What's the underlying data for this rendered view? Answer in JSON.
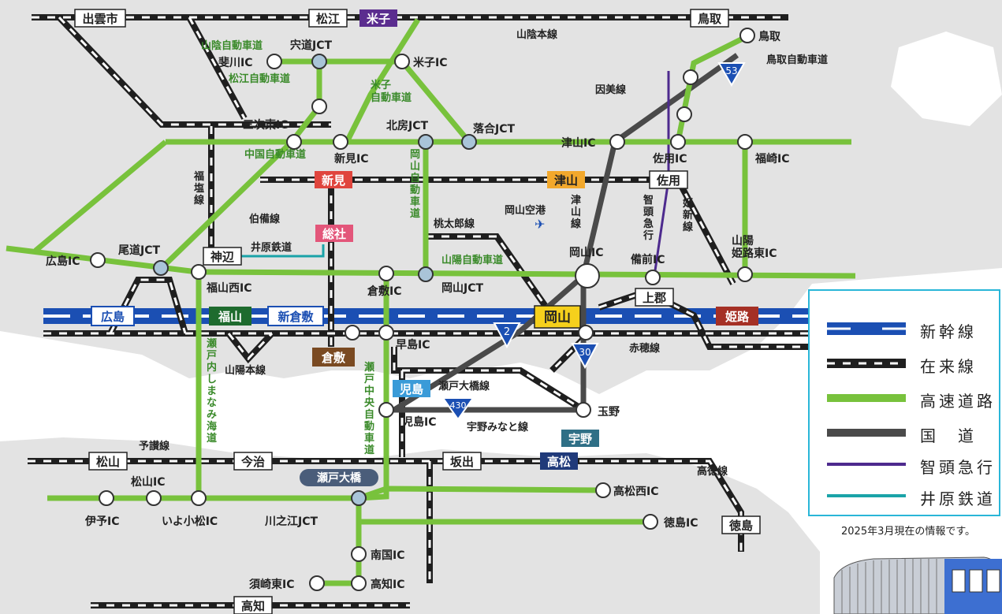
{
  "colors": {
    "land": "#e3e3e3",
    "sea": "#ffffff",
    "shinkansen": "#1b4fb3",
    "rail": "#1f1f1f",
    "expressway": "#78c23c",
    "national_road": "#4a4a4a",
    "chizu": "#4d2a8e",
    "ibara": "#1aa3a8",
    "jct": "#a9c4d8"
  },
  "stations_boxed": [
    {
      "id": "izumoshi",
      "label": "出雲市"
    },
    {
      "id": "matsue",
      "label": "松江"
    },
    {
      "id": "tottori_st",
      "label": "鳥取"
    },
    {
      "id": "kamube",
      "label": "神辺"
    },
    {
      "id": "sakuyo",
      "label": "佐用"
    },
    {
      "id": "kamigori",
      "label": "上郡"
    },
    {
      "id": "matsuyama",
      "label": "松山"
    },
    {
      "id": "imabari",
      "label": "今治"
    },
    {
      "id": "sakaide",
      "label": "坂出"
    },
    {
      "id": "tokushima",
      "label": "徳島"
    },
    {
      "id": "kochi",
      "label": "高知"
    }
  ],
  "stations_colored": [
    {
      "id": "yonago",
      "label": "米子",
      "color": "#5b2d8f"
    },
    {
      "id": "niimi",
      "label": "新見",
      "color": "#e0453d"
    },
    {
      "id": "tsuyama",
      "label": "津山",
      "color": "#f2a82c"
    },
    {
      "id": "soja",
      "label": "総社",
      "color": "#e3567a"
    },
    {
      "id": "okayama",
      "label": "岡山",
      "color": "#f5d01c"
    },
    {
      "id": "himeji",
      "label": "姫路",
      "color": "#a53025"
    },
    {
      "id": "fukuyama",
      "label": "福山",
      "color": "#1e6b2e"
    },
    {
      "id": "kurashiki",
      "label": "倉敷",
      "color": "#7a4a22"
    },
    {
      "id": "kojima",
      "label": "児島",
      "color": "#3a9bd8"
    },
    {
      "id": "uno",
      "label": "宇野",
      "color": "#2f6f86"
    },
    {
      "id": "takamatsu",
      "label": "高松",
      "color": "#203a7a"
    }
  ],
  "stations_plain": [
    {
      "id": "hiroshima",
      "label": "広島"
    },
    {
      "id": "shinkurashiki",
      "label": "新倉敷"
    }
  ],
  "ic_labels": [
    {
      "id": "hikawa",
      "label": "斐川IC"
    },
    {
      "id": "shinji_jct",
      "label": "宍道JCT"
    },
    {
      "id": "yonago_ic",
      "label": "米子IC"
    },
    {
      "id": "tottori_ic",
      "label": "鳥取"
    },
    {
      "id": "miyoshi_higashi",
      "label": "三次東IC"
    },
    {
      "id": "niimi_ic",
      "label": "新見IC"
    },
    {
      "id": "hokubo_jct",
      "label": "北房JCT"
    },
    {
      "id": "ochiai_jct",
      "label": "落合JCT"
    },
    {
      "id": "tsuyama_ic",
      "label": "津山IC"
    },
    {
      "id": "sayo_ic",
      "label": "佐用IC"
    },
    {
      "id": "fukusaki_ic",
      "label": "福崎IC"
    },
    {
      "id": "hiroshima_ic",
      "label": "広島IC"
    },
    {
      "id": "onomichi_jct",
      "label": "尾道JCT"
    },
    {
      "id": "fukuyama_nishi",
      "label": "福山西IC"
    },
    {
      "id": "kurashiki_ic",
      "label": "倉敷IC"
    },
    {
      "id": "okayama_jct",
      "label": "岡山JCT"
    },
    {
      "id": "okayama_ic",
      "label": "岡山IC"
    },
    {
      "id": "bizen_ic",
      "label": "備前IC"
    },
    {
      "id": "sanyo_himeji",
      "label": "山陽\n姫路東IC"
    },
    {
      "id": "hayashima_ic",
      "label": "早島IC"
    },
    {
      "id": "kojima_ic",
      "label": "児島IC"
    },
    {
      "id": "tamano",
      "label": "玉野"
    },
    {
      "id": "iyo_ic",
      "label": "伊予IC"
    },
    {
      "id": "matsuyama_ic",
      "label": "松山IC"
    },
    {
      "id": "iyokomatsu",
      "label": "いよ小松IC"
    },
    {
      "id": "kawanoe_jct",
      "label": "川之江JCT"
    },
    {
      "id": "takamatsu_nishi",
      "label": "高松西IC"
    },
    {
      "id": "tokushima_ic",
      "label": "徳島IC"
    },
    {
      "id": "nangoku_ic",
      "label": "南国IC"
    },
    {
      "id": "susaki_higashi",
      "label": "須崎東IC"
    },
    {
      "id": "kochi_ic",
      "label": "高知IC"
    }
  ],
  "line_labels": [
    {
      "id": "sanin_main",
      "label": "山陰本線"
    },
    {
      "id": "sanin_exp",
      "label": "山陰自動車道"
    },
    {
      "id": "matsue_exp",
      "label": "松江自動車道"
    },
    {
      "id": "yonago_exp",
      "label": "米子\n自動車道"
    },
    {
      "id": "tottori_exp",
      "label": "鳥取自動車道"
    },
    {
      "id": "inbi",
      "label": "因美線"
    },
    {
      "id": "chugoku_exp",
      "label": "中国自動車道"
    },
    {
      "id": "fukuen",
      "label": "福\n塩\n線"
    },
    {
      "id": "okayama_exp",
      "label": "岡\n山\n自\n動\n車\n道"
    },
    {
      "id": "tsuyama_line",
      "label": "津\n山\n線"
    },
    {
      "id": "chizu_line",
      "label": "智\n頭\n急\n行"
    },
    {
      "id": "kishin",
      "label": "姫\n新\n線"
    },
    {
      "id": "hakubi",
      "label": "伯備線"
    },
    {
      "id": "ibara_line",
      "label": "井原鉄道"
    },
    {
      "id": "momotaro",
      "label": "桃太郎線"
    },
    {
      "id": "okayama_airport",
      "label": "岡山空港"
    },
    {
      "id": "sanyo_exp",
      "label": "山陽自動車道"
    },
    {
      "id": "sanyo_main",
      "label": "山陽本線"
    },
    {
      "id": "ako",
      "label": "赤穂線"
    },
    {
      "id": "setouchi_shimanami",
      "label": "瀬\n戸\n内\nし\nま\nな\nみ\n海\n道"
    },
    {
      "id": "seto_chuo",
      "label": "瀬\n戸\n中\n央\n自\n動\n車\n道"
    },
    {
      "id": "seto_ohashi_line",
      "label": "瀬戸大橋線"
    },
    {
      "id": "uno_minato",
      "label": "宇野みなと線"
    },
    {
      "id": "yosan",
      "label": "予讃線"
    },
    {
      "id": "kotoku",
      "label": "高徳線"
    }
  ],
  "bridge_label": "瀬戸大橋",
  "route_shields": [
    "53",
    "2",
    "30",
    "430"
  ],
  "legend": {
    "items": [
      {
        "type": "shinkansen",
        "label": "新幹線"
      },
      {
        "type": "rail",
        "label": "在来線"
      },
      {
        "type": "expressway",
        "label": "高速道路"
      },
      {
        "type": "national_road",
        "label": "国　道"
      },
      {
        "type": "chizu",
        "label": "智頭急行"
      },
      {
        "type": "ibara",
        "label": "井原鉄道"
      }
    ],
    "border_color": "#29b6d8"
  },
  "note": "2025年3月現在の情報です。"
}
